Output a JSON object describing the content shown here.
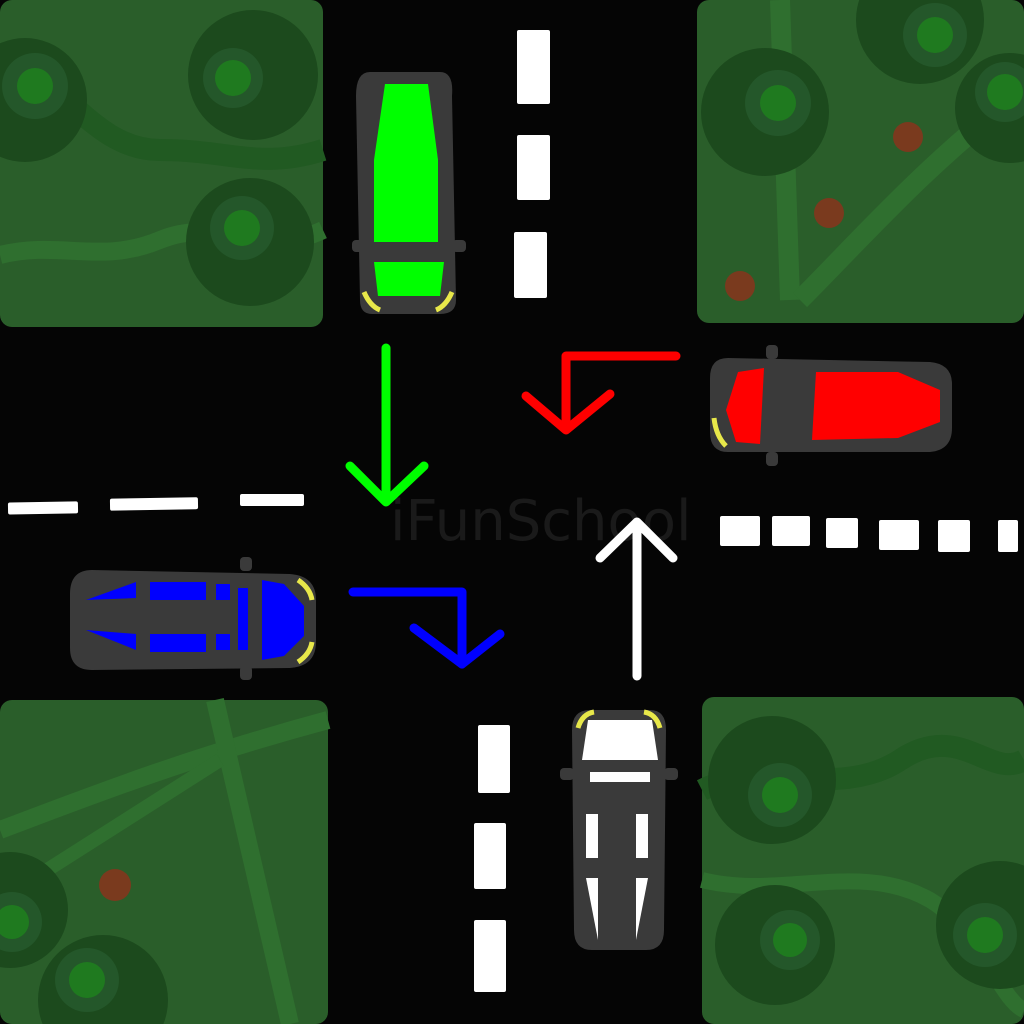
{
  "scene": {
    "watermark": "iFunSchool",
    "colors": {
      "road": "#050505",
      "grass": "#2a5e2a",
      "grass_dark": "#1f4e20",
      "grass_path": "#2f6f2f",
      "tree_outer": "#1c4a1d",
      "tree_mid": "#24572a",
      "tree_inner": "#1f7a1f",
      "berry": "#7a3a1e",
      "lane_marking": "#ffffff",
      "car_body": "#3a3a3a",
      "headlight": "#e8e84a"
    }
  },
  "cars": [
    {
      "name": "green-car",
      "color": "#00ff00",
      "heading": "south",
      "maneuver": "straight"
    },
    {
      "name": "red-car",
      "color": "#ff0000",
      "heading": "west",
      "maneuver": "left-turn"
    },
    {
      "name": "blue-car",
      "color": "#0000ff",
      "heading": "east",
      "maneuver": "right-turn"
    },
    {
      "name": "white-car",
      "color": "#ffffff",
      "heading": "north",
      "maneuver": "straight"
    }
  ],
  "arrows": [
    {
      "name": "green-path-arrow",
      "color": "#00ff00",
      "direction": "down"
    },
    {
      "name": "red-path-arrow",
      "color": "#ff0000",
      "direction": "left-then-down"
    },
    {
      "name": "blue-path-arrow",
      "color": "#0000ff",
      "direction": "right-then-down"
    },
    {
      "name": "white-path-arrow",
      "color": "#ffffff",
      "direction": "up"
    }
  ]
}
